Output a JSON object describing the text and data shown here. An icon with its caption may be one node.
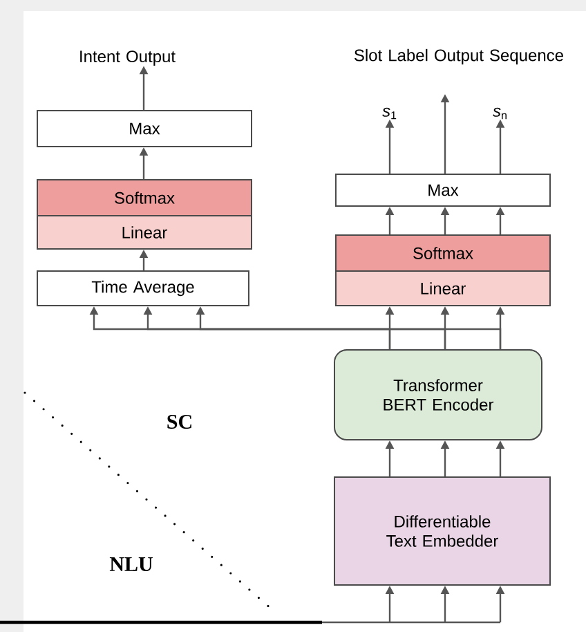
{
  "diagram": {
    "nodes": [
      {
        "text": [
          "Intent Output"
        ]
      },
      {
        "text": [
          "Max"
        ]
      },
      {
        "text": [
          "Softmax"
        ]
      },
      {
        "text": [
          "Linear"
        ]
      },
      {
        "text": [
          "Time Average"
        ]
      },
      {
        "text": [
          "Slot Label Output Sequence"
        ]
      },
      {
        "text": [
          "*s*$_{1}$"
        ]
      },
      {
        "text": [
          "*s*$_{n}$"
        ]
      },
      {
        "text": [
          "Max"
        ]
      },
      {
        "text": [
          "Softmax"
        ]
      },
      {
        "text": [
          "Linear"
        ]
      },
      {
        "text": [
          "Transformer BERT Encoder"
        ]
      },
      {
        "text": [
          "Differentiable Text Embedder"
        ]
      }
    ],
    "edges": [
      {
        "from": 1,
        "to": 0,
        "arrow": "to"
      },
      {
        "from": 2,
        "to": 1,
        "arrow": "to"
      },
      {
        "from": 4,
        "to": 3,
        "arrow": "to"
      },
      {
        "from": 11,
        "to": 4,
        "arrow": "to"
      },
      {
        "from": 11,
        "to": 4,
        "arrow": "to"
      },
      {
        "from": 11,
        "to": 4,
        "arrow": "to"
      },
      {
        "from": 11,
        "to": 10,
        "arrow": "to"
      },
      {
        "from": 11,
        "to": 10,
        "arrow": "to"
      },
      {
        "from": 11,
        "to": 10,
        "arrow": "to"
      },
      {
        "from": 9,
        "to": 8,
        "arrow": "to"
      },
      {
        "from": 9,
        "to": 8,
        "arrow": "to"
      },
      {
        "from": 9,
        "to": 8,
        "arrow": "to"
      },
      {
        "from": 8,
        "to": 6,
        "arrow": "to"
      },
      {
        "from": 8,
        "to": null,
        "arrow": "to"
      },
      {
        "from": 8,
        "to": 7,
        "arrow": "to"
      },
      {
        "from": 12,
        "to": 11,
        "arrow": "to"
      },
      {
        "from": 12,
        "to": 11,
        "arrow": "to"
      },
      {
        "from": 12,
        "to": 11,
        "arrow": "to"
      },
      {
        "from": null,
        "to": 12,
        "arrow": "to"
      },
      {
        "from": null,
        "to": 12,
        "arrow": "to"
      },
      {
        "from": null,
        "to": 12,
        "arrow": "to"
      }
    ],
    "labels": [
      "SC",
      "NLU"
    ]
  }
}
